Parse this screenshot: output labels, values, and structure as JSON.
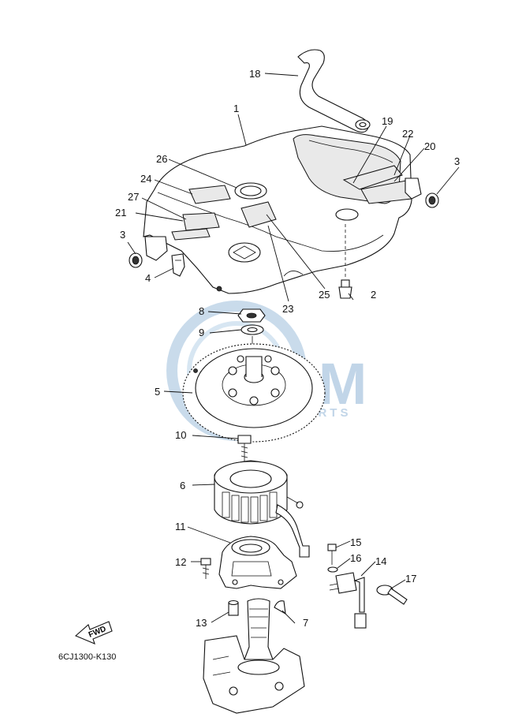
{
  "diagram": {
    "drawing_code": "6CJ1300-K130",
    "fwd_arrow_label": "FWD",
    "watermark": {
      "main": "BSM",
      "sub": "MOTOPARTS",
      "color": "#8fb4d6"
    },
    "callouts": {
      "c1": "1",
      "c2": "2",
      "c3a": "3",
      "c3b": "3",
      "c4": "4",
      "c5": "5",
      "c6": "6",
      "c7": "7",
      "c8": "8",
      "c9": "9",
      "c10": "10",
      "c11": "11",
      "c12": "12",
      "c13": "13",
      "c14": "14",
      "c15": "15",
      "c16": "16",
      "c17": "17",
      "c18": "18",
      "c19": "19",
      "c20": "20",
      "c21": "21",
      "c22": "22",
      "c23": "23",
      "c24": "24",
      "c25": "25",
      "c26": "26",
      "c27": "27"
    }
  }
}
